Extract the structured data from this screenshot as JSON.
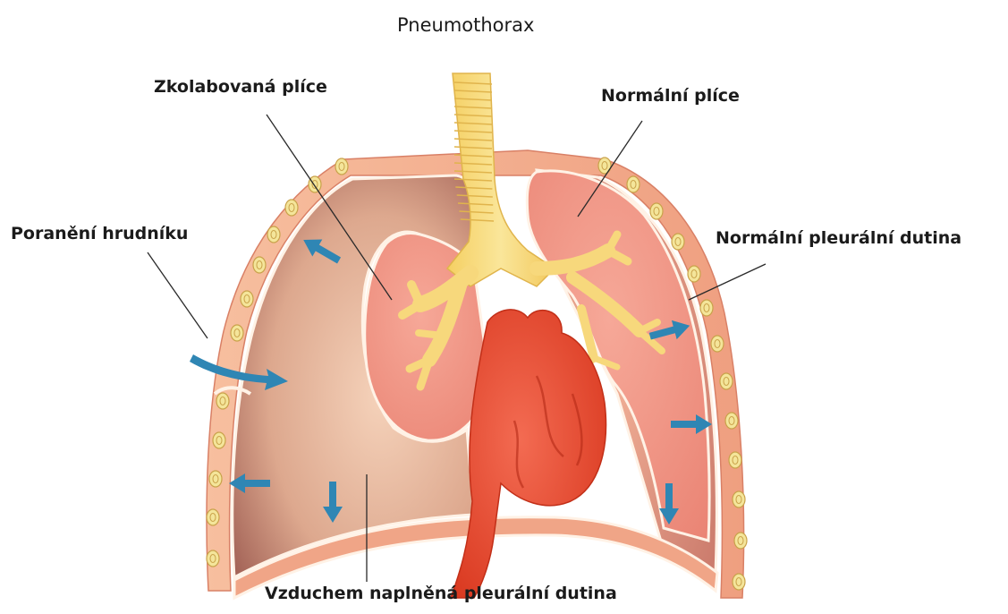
{
  "diagram": {
    "title": "Pneumothorax",
    "labels": {
      "collapsed_lung": "Zkolabovaná plíce",
      "normal_lung": "Normální plíce",
      "chest_injury": "Poranění hrudníku",
      "normal_pleural_cavity": "Normální pleurální dutina",
      "air_filled_pleural_cavity": "Vzduchem naplněná pleurální dutina"
    },
    "colors": {
      "chest_wall": "#f2b08e",
      "pleural_air_space": "#e6b49a",
      "collapsed_lung": "#ee9a88",
      "normal_lung": "#f08d80",
      "trachea": "#f8db7e",
      "heart": "#ec4a33",
      "arrow": "#2f86b4",
      "rib": "#f4e59a"
    }
  }
}
